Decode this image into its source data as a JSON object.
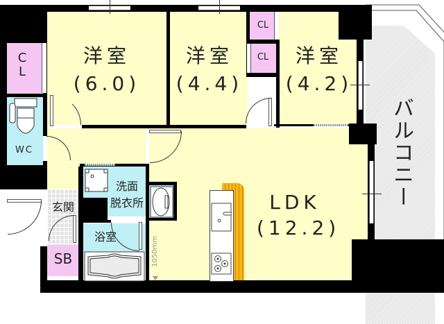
{
  "floorplan": {
    "colors": {
      "room_yellow": "#fffdc8",
      "wet_cyan": "#bff0f6",
      "storage_pink": "#f6c6f2",
      "balcony_gray": "#e6e6e6",
      "kitchen_counter_orange": "#f7b51c",
      "wall_black": "#000000"
    },
    "rooms": {
      "western1": {
        "name": "洋室",
        "size": "(6.0)"
      },
      "western2": {
        "name": "洋室",
        "size": "(4.4)"
      },
      "western3": {
        "name": "洋室",
        "size": "(4.2)"
      },
      "ldk": {
        "name": "LDK",
        "size": "(12.2)"
      },
      "balcony": {
        "name": "バルコニー"
      },
      "closet_left": {
        "name": "C\nL"
      },
      "closet_mid_top": {
        "name": "CL"
      },
      "closet_mid_bottom": {
        "name": "CL"
      },
      "wc": {
        "name": "WC"
      },
      "entrance": {
        "name": "玄関"
      },
      "shoe_box": {
        "name": "SB"
      },
      "washroom": {
        "name_line1": "洗面",
        "name_line2": "脱衣所"
      },
      "bathroom": {
        "name": "浴室"
      }
    },
    "dimension_note": "1050mm"
  }
}
